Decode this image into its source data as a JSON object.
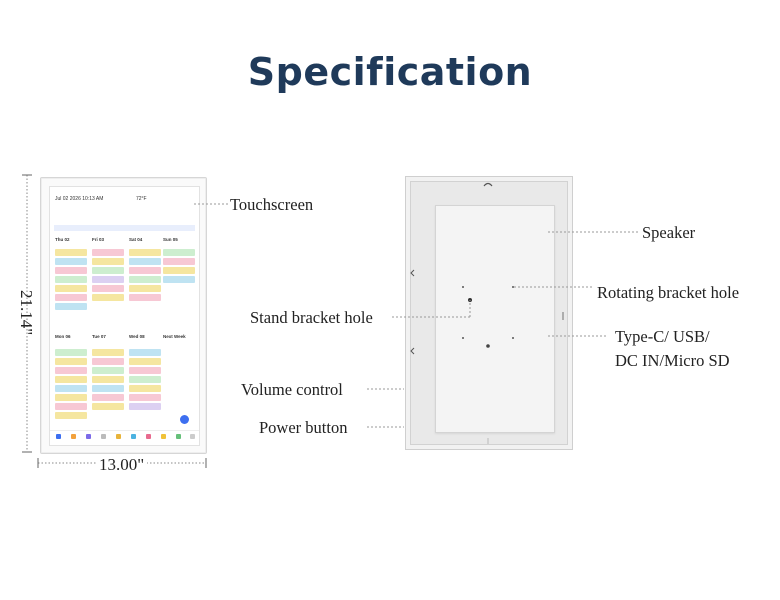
{
  "title": "Specification",
  "dimensions": {
    "height": "21.14\"",
    "width": "13.00\""
  },
  "front_labels": {
    "touchscreen": "Touchscreen",
    "stand_bracket_hole": "Stand bracket hole",
    "volume_control": "Volume control",
    "power_button": "Power button"
  },
  "back_labels": {
    "speaker": "Speaker",
    "rotating_bracket_hole": "Rotating bracket hole",
    "ports_line1": "Type-C/ USB/",
    "ports_line2": "DC IN/Micro SD"
  },
  "screen": {
    "date_time": "Jul 02 2026  10:13 AM",
    "temperature": "72°F",
    "days_row1": [
      "Thu 02",
      "Fri 03",
      "Sat 04",
      "Sun 05"
    ],
    "days_row2": [
      "Mon 06",
      "Tue 07",
      "Wed 08",
      "Next Week"
    ]
  },
  "colors": {
    "title": "#1f3a5a",
    "fab": "#3d6ff0"
  }
}
